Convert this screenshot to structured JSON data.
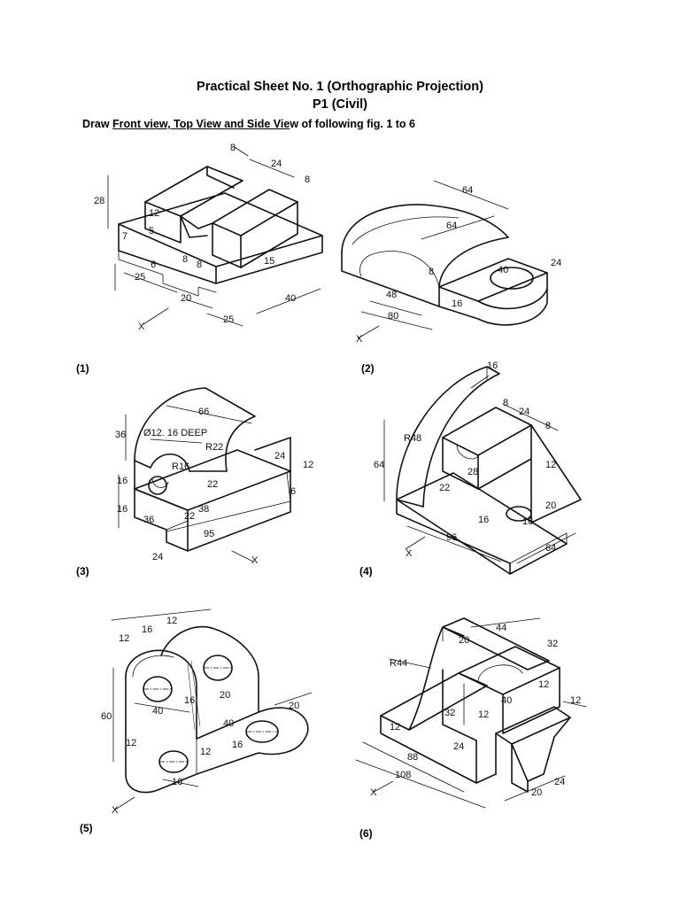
{
  "header": {
    "title": "Practical Sheet No. 1 (Orthographic Projection)",
    "subtitle": "P1 (Civil)",
    "instruction_prefix": "Draw ",
    "instruction_underlined": "Front view, Top View and Side Vie",
    "instruction_suffix": "w of following fig. 1 to 6"
  },
  "figures": [
    {
      "label": "(1)",
      "dims": [
        "8",
        "24",
        "8",
        "28",
        "12",
        "5",
        "7",
        "6",
        "8",
        "8",
        "15",
        "25",
        "20",
        "25",
        "40"
      ],
      "axis": "X"
    },
    {
      "label": "(2)",
      "dims": [
        "64",
        "64",
        "8",
        "40",
        "24",
        "48",
        "16",
        "80"
      ],
      "axis": "X"
    },
    {
      "label": "(3)",
      "dims": [
        "66",
        "36",
        "Ø12. 16 DEEP",
        "R22",
        "R16",
        "24",
        "12",
        "6",
        "16",
        "16",
        "36",
        "22",
        "38",
        "95",
        "24",
        "22"
      ],
      "axis": "X"
    },
    {
      "label": "(4)",
      "dims": [
        "16",
        "R48",
        "8",
        "24",
        "8",
        "64",
        "28",
        "12",
        "22",
        "20",
        "16",
        "16",
        "96",
        "64"
      ],
      "axis": "X"
    },
    {
      "label": "(5)",
      "dims": [
        "12",
        "16",
        "12",
        "60",
        "40",
        "16",
        "20",
        "20",
        "40",
        "12",
        "16",
        "12",
        "16"
      ],
      "axis": "X"
    },
    {
      "label": "(6)",
      "dims": [
        "R44",
        "20",
        "44",
        "32",
        "12",
        "40",
        "32",
        "12",
        "12",
        "24",
        "88",
        "108",
        "12",
        "20",
        "24"
      ],
      "axis": "X"
    }
  ]
}
